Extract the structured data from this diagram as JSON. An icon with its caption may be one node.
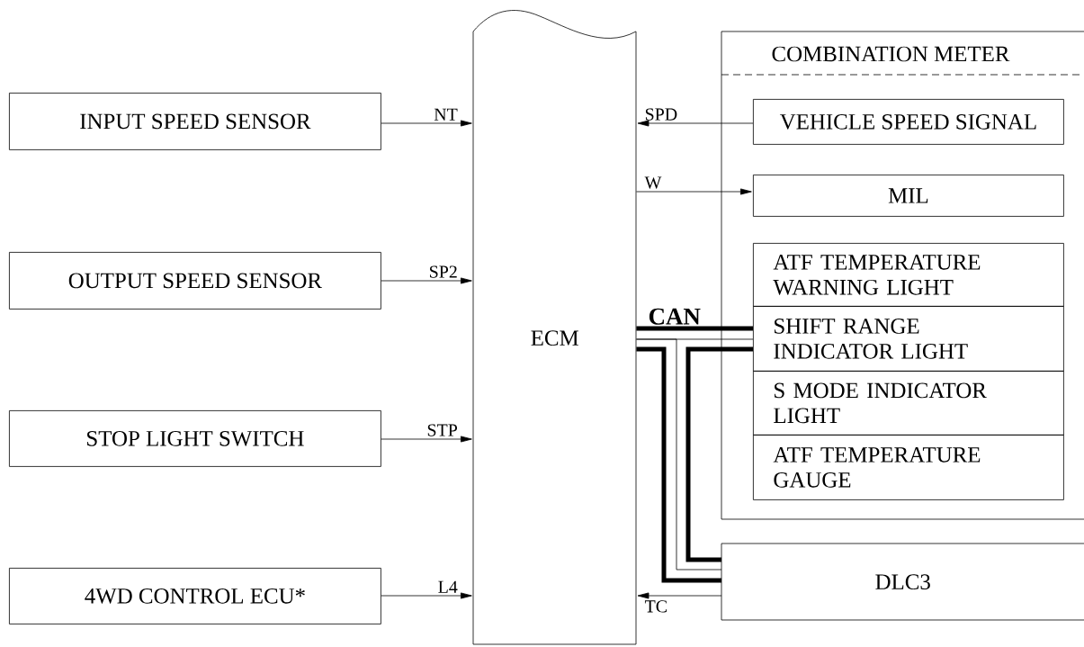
{
  "diagram": {
    "nodes": [
      {
        "text": [
          "INPUT SPEED SENSOR"
        ]
      },
      {
        "text": [
          "OUTPUT SPEED SENSOR"
        ]
      },
      {
        "text": [
          "STOP LIGHT SWITCH"
        ]
      },
      {
        "text": [
          "4WD CONTROL ECU*"
        ]
      },
      {
        "text": [
          "ECM"
        ]
      },
      {
        "text": [
          "COMBINATION METER"
        ]
      },
      {
        "text": [
          "VEHICLE SPEED SIGNAL"
        ],
        "in": 5
      },
      {
        "text": [
          "MIL"
        ],
        "in": 5
      },
      {
        "text": [
          "ATF TEMPERATURE WARNING LIGHT"
        ],
        "in": 5
      },
      {
        "text": [
          "SHIFT RANGE INDICATOR LIGHT"
        ],
        "in": 5
      },
      {
        "text": [
          "S MODE INDICATOR LIGHT"
        ],
        "in": 5
      },
      {
        "text": [
          "ATF TEMPERATURE GAUGE"
        ],
        "in": 5
      },
      {
        "text": [
          "DLC3"
        ]
      }
    ],
    "edges": [
      {
        "from": 0,
        "to": 4,
        "arrow": "to",
        "label": "NT"
      },
      {
        "from": 1,
        "to": 4,
        "arrow": "to",
        "label": "SP2"
      },
      {
        "from": 2,
        "to": 4,
        "arrow": "to",
        "label": "STP"
      },
      {
        "from": 3,
        "to": 4,
        "arrow": "to",
        "label": "L4"
      },
      {
        "from": 6,
        "to": 4,
        "arrow": "to",
        "label": "SPD"
      },
      {
        "from": 4,
        "to": 7,
        "arrow": "to",
        "label": "W"
      },
      {
        "from": 4,
        "to": 9,
        "arrow": "none",
        "label": "**CAN**",
        "style": "thick"
      },
      {
        "from": 4,
        "to": 12,
        "arrow": "none",
        "style": "thick"
      },
      {
        "from": 12,
        "to": 4,
        "arrow": "to",
        "label": "TC"
      },
      {
        "from": 4,
        "to": 9,
        "arrow": "none"
      },
      {
        "from": 4,
        "to": 12,
        "arrow": "none"
      },
      {
        "from": 9,
        "to": 12,
        "arrow": "none",
        "style": "thick"
      }
    ]
  }
}
